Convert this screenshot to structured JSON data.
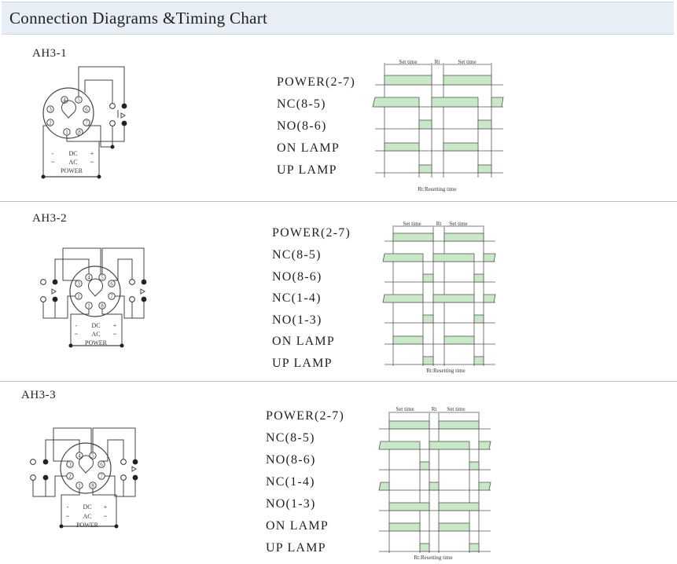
{
  "header": {
    "title": "Connection Diagrams &Timing Chart"
  },
  "labels": {
    "set_time": "Set time",
    "rt": "Rt",
    "resetting": "Rt:Resetting time"
  },
  "wiring": {
    "dc": "DC",
    "ac": "AC",
    "power": "POWER",
    "minus": "-",
    "plus": "+",
    "tilde": "~"
  },
  "colors": {
    "fill": "#c8e8c8",
    "line": "#555555",
    "header_bg": "#e8eef6"
  },
  "sections": [
    {
      "name": "AH3-1",
      "signals": [
        "POWER(2-7)",
        "NC(8-5)",
        "NO(8-6)",
        "ON LAMP",
        "UP LAMP"
      ],
      "pins": [
        "1",
        "2",
        "3",
        "4",
        "5",
        "6",
        "7",
        "8"
      ]
    },
    {
      "name": "AH3-2",
      "signals": [
        "POWER(2-7)",
        "NC(8-5)",
        "NO(8-6)",
        "NC(1-4)",
        "NO(1-3)",
        "ON LAMP",
        "UP LAMP"
      ],
      "pins": [
        "1",
        "2",
        "3",
        "4",
        "5",
        "6",
        "7",
        "8"
      ]
    },
    {
      "name": "AH3-3",
      "signals": [
        "POWER(2-7)",
        "NC(8-5)",
        "NO(8-6)",
        "NC(1-4)",
        "NO(1-3)",
        "ON LAMP",
        "UP LAMP"
      ],
      "pins": [
        "1",
        "2",
        "3",
        "4",
        "5",
        "6",
        "7",
        "8"
      ]
    }
  ]
}
